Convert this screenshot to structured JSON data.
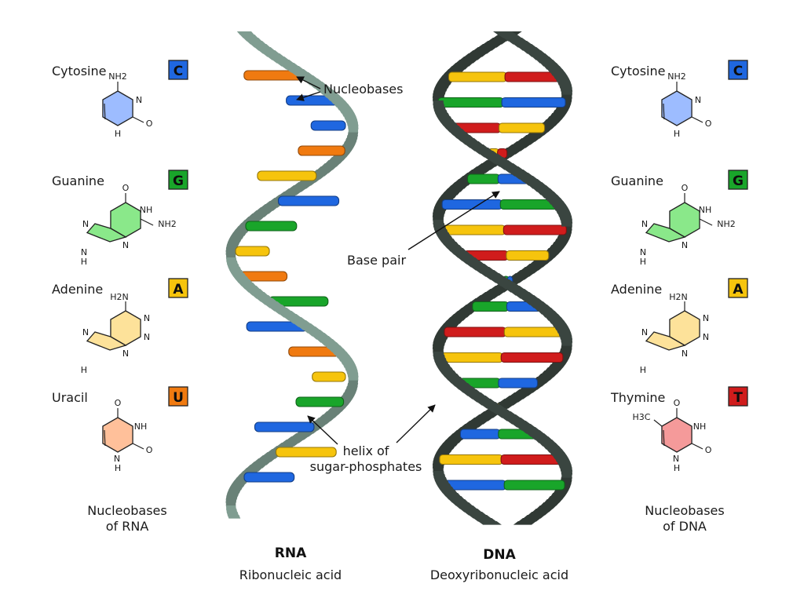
{
  "colors": {
    "cytosine": "#1f67e0",
    "guanine": "#19a52a",
    "adenine": "#f6c40d",
    "uracil": "#f07a10",
    "thymine": "#d01c1c",
    "rna_backbone": "#809d91",
    "dna_backbone": "#3a4540"
  },
  "rna_panel": {
    "bases": [
      {
        "name": "Cytosine",
        "letter": "C",
        "color_key": "cytosine",
        "ring": "#9dbcff",
        "structure": "cytosine",
        "atoms": [
          "NH2",
          "N",
          "O",
          "H"
        ]
      },
      {
        "name": "Guanine",
        "letter": "G",
        "color_key": "guanine",
        "ring": "#8ae88a",
        "structure": "guanine",
        "atoms": [
          "O",
          "NH",
          "NH2",
          "N",
          "N",
          "N",
          "H"
        ]
      },
      {
        "name": "Adenine",
        "letter": "A",
        "color_key": "adenine",
        "ring": "#fde29a",
        "structure": "adenine",
        "atoms": [
          "H2N",
          "N",
          "N",
          "N",
          "N",
          "H"
        ]
      },
      {
        "name": "Uracil",
        "letter": "U",
        "color_key": "uracil",
        "ring": "#ffc09a",
        "structure": "uracil",
        "atoms": [
          "O",
          "NH",
          "O",
          "N",
          "H"
        ]
      }
    ],
    "caption": [
      "Nucleobases",
      "of RNA"
    ]
  },
  "dna_panel": {
    "bases": [
      {
        "name": "Cytosine",
        "letter": "C",
        "color_key": "cytosine",
        "ring": "#9dbcff",
        "structure": "cytosine",
        "atoms": [
          "NH2",
          "N",
          "O",
          "H"
        ]
      },
      {
        "name": "Guanine",
        "letter": "G",
        "color_key": "guanine",
        "ring": "#8ae88a",
        "structure": "guanine",
        "atoms": [
          "O",
          "NH",
          "NH2",
          "N",
          "N",
          "N",
          "H"
        ]
      },
      {
        "name": "Adenine",
        "letter": "A",
        "color_key": "adenine",
        "ring": "#fde29a",
        "structure": "adenine",
        "atoms": [
          "H2N",
          "N",
          "N",
          "N",
          "N",
          "H"
        ]
      },
      {
        "name": "Thymine",
        "letter": "T",
        "color_key": "thymine",
        "ring": "#f59a9a",
        "structure": "thymine",
        "atoms": [
          "O",
          "H3C",
          "NH",
          "O",
          "N",
          "H"
        ]
      }
    ],
    "caption": [
      "Nucleobases",
      "of DNA"
    ]
  },
  "rna": {
    "title": "RNA",
    "subtitle": "Ribonucleic acid",
    "rungs": [
      "uracil",
      "cytosine",
      "cytosine",
      "uracil",
      "adenine",
      "cytosine",
      "guanine",
      "adenine",
      "uracil",
      "guanine",
      "cytosine",
      "uracil",
      "adenine",
      "guanine",
      "cytosine",
      "adenine",
      "cytosine"
    ]
  },
  "dna": {
    "title": "DNA",
    "subtitle": "Deoxyribonucleic acid",
    "pairs": [
      [
        "thymine",
        "adenine"
      ],
      [
        "cytosine",
        "guanine"
      ],
      [
        "adenine",
        "thymine"
      ],
      [
        "thymine",
        "adenine"
      ],
      [
        "guanine",
        "cytosine"
      ],
      [
        "cytosine",
        "guanine"
      ],
      [
        "adenine",
        "thymine"
      ],
      [
        "thymine",
        "adenine"
      ],
      [
        "guanine",
        "cytosine"
      ],
      [
        "cytosine",
        "guanine"
      ],
      [
        "adenine",
        "thymine"
      ],
      [
        "thymine",
        "adenine"
      ],
      [
        "cytosine",
        "guanine"
      ],
      [
        "thymine",
        "adenine"
      ],
      [
        "cytosine",
        "guanine"
      ],
      [
        "adenine",
        "thymine"
      ],
      [
        "cytosine",
        "guanine"
      ]
    ]
  },
  "annotations": {
    "nucleobases": "Nucleobases",
    "base_pair": "Base pair",
    "helix": [
      "helix of",
      "sugar-phosphates"
    ]
  }
}
